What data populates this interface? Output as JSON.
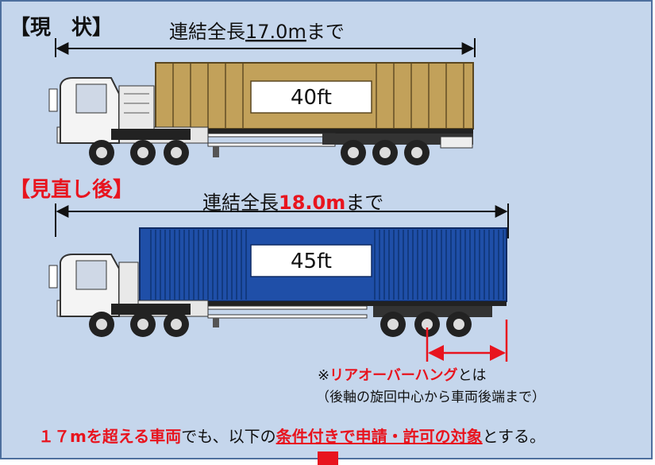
{
  "current": {
    "heading": "【現　状】",
    "length_prefix": "連結全長",
    "length_value": "17.0m",
    "length_suffix": "まで",
    "container_label": "40ft"
  },
  "revised": {
    "heading": "【見直し後】",
    "length_prefix": "連結全長",
    "length_value": "18.0m",
    "length_suffix": "まで",
    "container_label": "45ft"
  },
  "overhang_note": {
    "mark": "※",
    "term": "リアオーバーハング",
    "suffix": "とは",
    "definition": "（後軸の旋回中心から車両後端まで）"
  },
  "footer": {
    "part1": "１７mを超える車両",
    "part2": "でも、以下の",
    "part3": "条件付きで申請・許可の対象",
    "part4": "とする。"
  },
  "colors": {
    "panel_background": "#c5d6ec",
    "accent_red": "#e8141e",
    "container_40ft": "#c2a15a",
    "container_45ft": "#1f4fa8",
    "text": "#111111"
  }
}
